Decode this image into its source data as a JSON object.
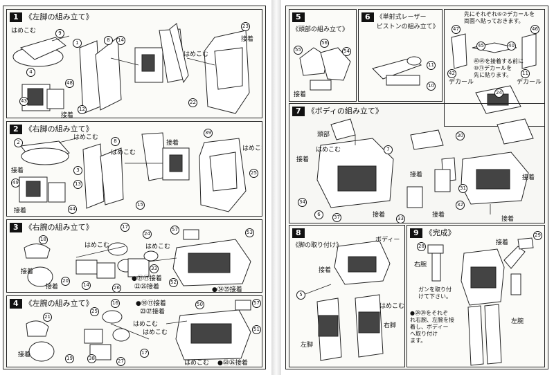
{
  "left_page": {
    "steps": [
      {
        "number": "1",
        "title": "《左脚の組み立て》",
        "labels": {
          "fit_a": "はめこむ",
          "fit_b": "はめこむ",
          "glue_a": "接着",
          "glue_b": "接着"
        },
        "parts": [
          "9",
          "1",
          "8",
          "14",
          "23",
          "4",
          "43",
          "48",
          "12",
          "22"
        ]
      },
      {
        "number": "2",
        "title": "《右脚の組み立て》",
        "labels": {
          "fit_a": "はめこむ",
          "fit_b": "はめこむ",
          "glue_a": "接着",
          "glue_b": "接着",
          "glue_c": "接着",
          "fit_c": "はめこむ"
        },
        "parts": [
          "2",
          "8",
          "3",
          "13",
          "39",
          "49",
          "44",
          "15",
          "25"
        ]
      },
      {
        "number": "3",
        "title": "《右腕の組み立て》",
        "labels": {
          "fit_a": "はめこむ",
          "fit_b": "はめこむ",
          "glue_a": "接着",
          "glue_b": "接着"
        },
        "parts": [
          "18",
          "20",
          "17",
          "24",
          "14",
          "26",
          "33",
          "57",
          "53",
          "52"
        ],
        "notes": {
          "a": "●㉑⑰接着",
          "b": "㉒㉖接着",
          "c": "●㉞㉟接着"
        }
      },
      {
        "number": "4",
        "title": "《左腕の組み立て》",
        "labels": {
          "fit_a": "はめこむ",
          "fit_b": "はめこむ",
          "glue_a": "接着",
          "fit_c": "はめこむ"
        },
        "parts": [
          "21",
          "19",
          "25",
          "16",
          "17",
          "27",
          "38",
          "50",
          "57",
          "51"
        ],
        "notes": {
          "a": "●㊿⑰接着",
          "b": "㉓㉗接着",
          "c": "●㊿㊱接着"
        }
      }
    ]
  },
  "right_page": {
    "steps": [
      {
        "number": "5",
        "title": "《頭部の組み立て》",
        "labels": {
          "glue_a": "接着"
        },
        "parts": [
          "55",
          "56",
          "54"
        ]
      },
      {
        "number": "6",
        "title": "《単射式レーザー\nピストンの組み立て》",
        "labels": {},
        "parts": [
          "11",
          "10"
        ]
      },
      {
        "number": "note",
        "title": "",
        "labels": {
          "decal_a": "先にそれぞれ⑥⑦デカールを\n両面へ貼っておきます。",
          "decal_b": "㊵㊺を接着する前に\n⑩⑪デカールを\n先に貼ります。",
          "decal_c": "デカール",
          "decal_d": "デカール"
        },
        "parts": [
          "47",
          "46",
          "45",
          "40",
          "42",
          "11",
          "24"
        ]
      },
      {
        "number": "7",
        "title": "《ボディの組み立て》",
        "labels": {
          "fit_a": "はめこむ",
          "glue_a": "接着",
          "glue_b": "接着",
          "glue_c": "接着",
          "glue_d": "接着",
          "glue_e": "接着",
          "glue_f": "接着",
          "cockpit": "頭部"
        },
        "parts": [
          "7",
          "30",
          "31",
          "34",
          "6",
          "37",
          "32",
          "33"
        ]
      },
      {
        "number": "8",
        "title": "《脚の取り付け》",
        "labels": {
          "body": "ボディー",
          "glue_a": "接着",
          "fit_a": "はめこむ",
          "right_leg": "右脚",
          "left_leg": "左脚"
        },
        "parts": [
          "5"
        ]
      },
      {
        "number": "9",
        "title": "《完成》",
        "labels": {
          "glue_a": "接着",
          "right_arm": "右腕",
          "left_arm": "左腕",
          "gun_note": "ガンを取り付\nけて下さい。",
          "final_note": "●㉘㉙をそれぞ\nれ右腕、左腕を接\n着し、ボディー\nへ取り付け\nます。"
        },
        "parts": [
          "28",
          "29"
        ]
      }
    ]
  }
}
